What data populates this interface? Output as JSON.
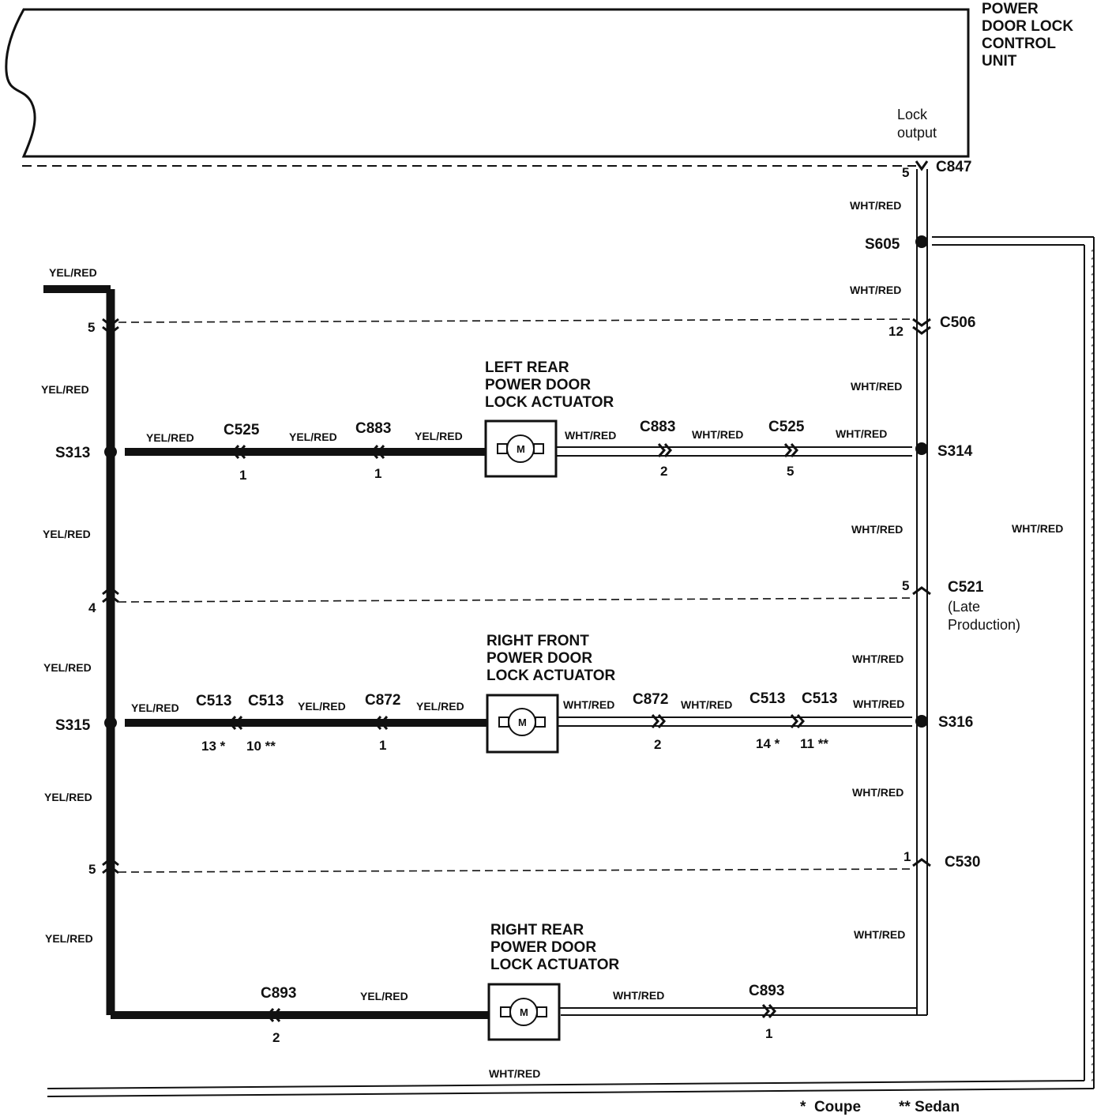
{
  "control_unit": {
    "title_lines": [
      "POWER",
      "DOOR LOCK",
      "CONTROL",
      "UNIT"
    ],
    "output_lines": [
      "Lock",
      "output"
    ]
  },
  "connectors": {
    "c847": {
      "name": "C847",
      "pin": "5"
    },
    "s605": "S605",
    "c506": {
      "name": "C506",
      "pin_left": "5",
      "pin_right": "12"
    },
    "s313": "S313",
    "s314": "S314",
    "c521": {
      "name": "C521",
      "note_lines": [
        "(Late",
        "Production)"
      ],
      "pin_left": "4",
      "pin_right": "5"
    },
    "s315": "S315",
    "s316": "S316",
    "c530": {
      "name": "C530",
      "pin_left": "5",
      "pin_right": "1"
    }
  },
  "wire_colors": {
    "yel_red": "YEL/RED",
    "wht_red": "WHT/RED"
  },
  "actuators": [
    {
      "title_lines": [
        "LEFT REAR",
        "POWER DOOR",
        "LOCK ACTUATOR"
      ],
      "motor": "M",
      "left_connectors": [
        {
          "name": "C525",
          "pin": "1"
        },
        {
          "name": "C883",
          "pin": "1"
        }
      ],
      "right_connectors": [
        {
          "name": "C883",
          "pin": "2"
        },
        {
          "name": "C525",
          "pin": "5"
        }
      ]
    },
    {
      "title_lines": [
        "RIGHT FRONT",
        "POWER DOOR",
        "LOCK ACTUATOR"
      ],
      "motor": "M",
      "left_connectors": [
        {
          "name_a": "C513",
          "name_b": "C513",
          "pin_a": "13 *",
          "pin_b": "10 **"
        },
        {
          "name": "C872",
          "pin": "1"
        }
      ],
      "right_connectors": [
        {
          "name": "C872",
          "pin": "2"
        },
        {
          "name_a": "C513",
          "name_b": "C513",
          "pin_a": "14 *",
          "pin_b": "11 **"
        }
      ]
    },
    {
      "title_lines": [
        "RIGHT REAR",
        "POWER DOOR",
        "LOCK ACTUATOR"
      ],
      "motor": "M",
      "left_connectors": [
        {
          "name": "C893",
          "pin": "2"
        }
      ],
      "right_connectors": [
        {
          "name": "C893",
          "pin": "1"
        }
      ]
    }
  ],
  "legend": {
    "coupe": "*  Coupe",
    "sedan": "** Sedan"
  },
  "colors": {
    "ink": "#111111",
    "background": "#ffffff"
  }
}
